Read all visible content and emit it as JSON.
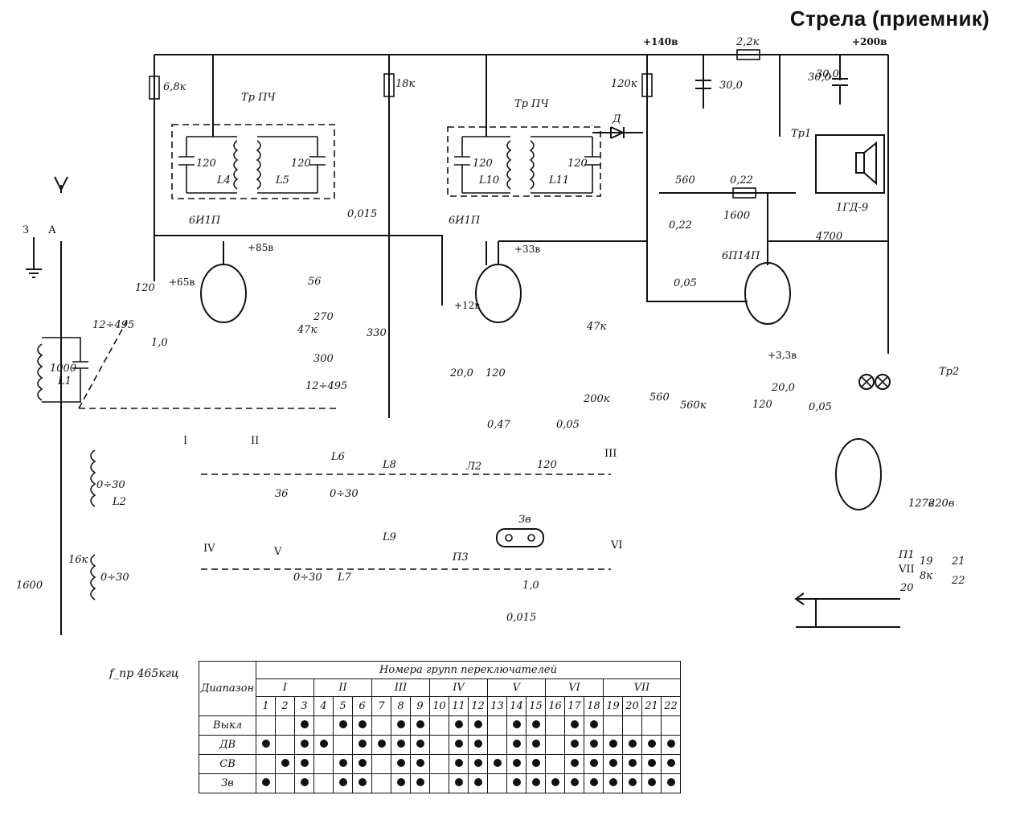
{
  "title": "Стрела (приемник)",
  "if_note": "f_пр 465кгц",
  "labels": {
    "tubes": [
      "6И1П",
      "6И1П",
      "6П14П"
    ],
    "if_transformers": [
      "Тр ПЧ",
      "Тр ПЧ"
    ],
    "coils": [
      "L1",
      "L2",
      "L4",
      "L5",
      "L6",
      "L7",
      "L8",
      "L9",
      "L10",
      "L11"
    ],
    "transformers": [
      "Тр1",
      "Тр2"
    ],
    "speaker": "1ГД-9",
    "diode": "Д",
    "switch_groups_roman": [
      "I",
      "II",
      "III",
      "IV",
      "V",
      "VI",
      "VII"
    ],
    "antenna": "А",
    "ground": "З",
    "voltages": [
      "+140в",
      "+200в",
      "+85в",
      "+65в",
      "+33в",
      "+12в",
      "+3,3в"
    ],
    "components": [
      "6,8к",
      "18к",
      "120к",
      "2,2к",
      "30,0",
      "30,0",
      "1000",
      "120",
      "120",
      "120",
      "120",
      "120",
      "0,015",
      "560",
      "0,22",
      "0,22",
      "1600",
      "4700",
      "0,05",
      "56",
      "270",
      "300",
      "12÷495",
      "12÷495",
      "47к",
      "1,0",
      "330",
      "20,0",
      "20,0",
      "0,47",
      "0,05",
      "120",
      "47к",
      "200к",
      "560",
      "560к",
      "1,0",
      "0,015",
      "0÷30",
      "0÷30",
      "0÷30",
      "0÷30",
      "36",
      "16к",
      "1600",
      "120",
      "220в",
      "127в",
      "8к",
      "Зв",
      "П3",
      "Л2",
      "П1"
    ]
  },
  "switch_table": {
    "header_left": "Диапазон",
    "header_top": "Номера групп переключателей",
    "groups": [
      "I",
      "II",
      "III",
      "IV",
      "V",
      "VI",
      "VII"
    ],
    "contacts": [
      "1",
      "2",
      "3",
      "4",
      "5",
      "6",
      "7",
      "8",
      "9",
      "10",
      "11",
      "12",
      "13",
      "14",
      "15",
      "16",
      "17",
      "18",
      "19",
      "20",
      "21",
      "22"
    ],
    "rows": [
      {
        "name": "Выкл",
        "closed": [
          3,
          5,
          6,
          8,
          9,
          11,
          12,
          14,
          15,
          17,
          18
        ]
      },
      {
        "name": "ДВ",
        "closed": [
          1,
          3,
          4,
          6,
          7,
          8,
          9,
          11,
          12,
          14,
          15,
          17,
          18,
          19,
          20,
          21,
          22
        ]
      },
      {
        "name": "СВ",
        "closed": [
          2,
          3,
          5,
          6,
          8,
          9,
          11,
          12,
          13,
          14,
          15,
          17,
          18,
          19,
          20,
          21,
          22
        ]
      },
      {
        "name": "Зв",
        "closed": [
          1,
          3,
          5,
          6,
          8,
          9,
          11,
          12,
          14,
          15,
          16,
          17,
          18,
          19,
          20,
          21,
          22
        ]
      }
    ]
  }
}
